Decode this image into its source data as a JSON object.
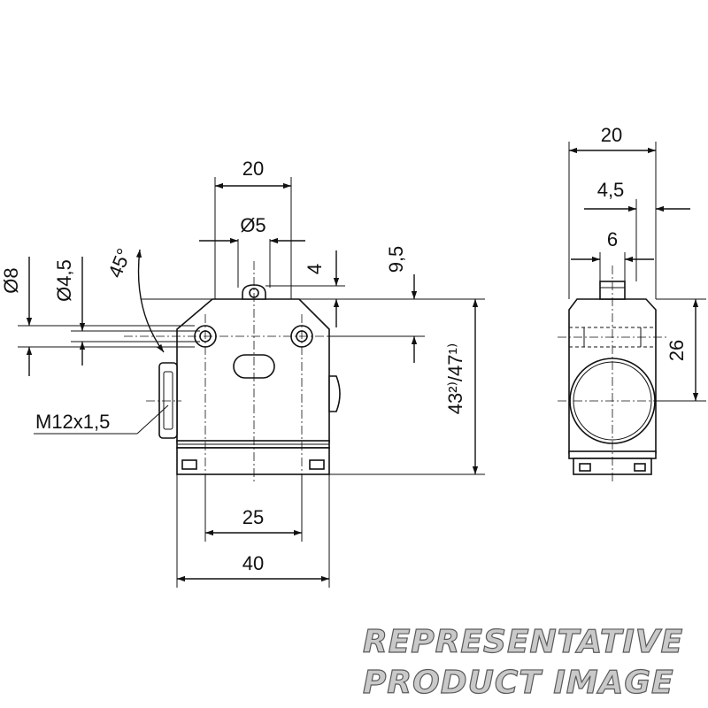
{
  "front_view": {
    "dim_top_width": "20",
    "dim_plunger_dia": "Ø5",
    "dim_plunger_offset": "4",
    "dim_plunger_height": "9,5",
    "dim_hole_dia_outer": "Ø8",
    "dim_hole_dia_inner": "Ø4,5",
    "dim_angle": "45°",
    "dim_total_height": "43²⁾/47¹⁾",
    "dim_thread": "M12x1,5",
    "dim_hole_spacing": "25",
    "dim_body_width": "40"
  },
  "side_view": {
    "dim_width": "20",
    "dim_offset": "4,5",
    "dim_plunger_width": "6",
    "dim_height": "26"
  },
  "watermark": {
    "line1": "REPRESENTATIVE",
    "line2": "PRODUCT IMAGE"
  }
}
